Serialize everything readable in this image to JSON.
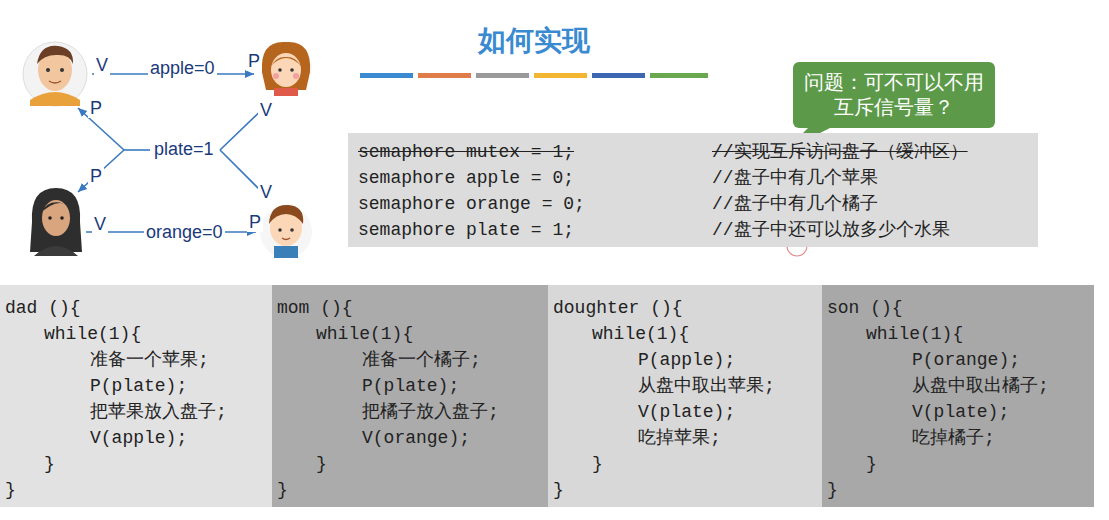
{
  "diagram": {
    "title": "如何实现",
    "nodes": [
      {
        "text": [
          "问题：可不可以不用互斥信号量？"
        ]
      },
      {
        "text": [
          "semaphore mutex = 1;",
          "//实现互斥访问盘子（缓冲区）",
          "semaphore apple = 0;",
          "//盘子中有几个苹果",
          "semaphore orange = 0;",
          "//盘子中有几个橘子",
          "semaphore plate = 1;",
          "//盘子中还可以放多少个水果"
        ]
      },
      {
        "text": [
          "dad (){",
          "while(1){",
          "准备一个苹果;",
          "P(plate);",
          "把苹果放入盘子;",
          "V(apple);",
          "}",
          "}"
        ]
      },
      {
        "text": [
          "mom (){",
          "while(1){",
          "准备一个橘子;",
          "P(plate);",
          "把橘子放入盘子;",
          "V(orange);",
          "}",
          "}"
        ]
      },
      {
        "text": [
          "doughter (){",
          "while(1){",
          "P(apple);",
          "从盘中取出苹果;",
          "V(plate);",
          "吃掉苹果;",
          "}",
          "}"
        ]
      },
      {
        "text": [
          "son (){",
          "while(1){",
          "P(orange);",
          "从盘中取出橘子;",
          "V(plate);",
          "吃掉橘子;",
          "}",
          "}"
        ]
      }
    ],
    "labels": [
      "V",
      "apple=0",
      "P",
      "P",
      "V",
      "plate=1",
      "P",
      "V",
      "V",
      "orange=0",
      "P"
    ]
  }
}
